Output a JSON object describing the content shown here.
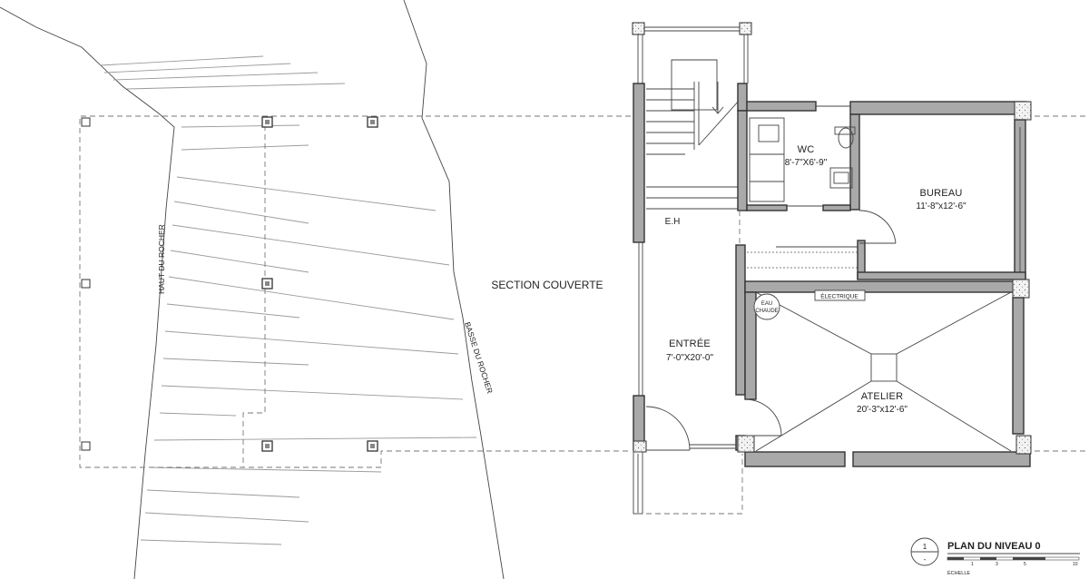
{
  "rooms": {
    "wc": {
      "name": "WC",
      "dims": "8'-7\"X6'-9\""
    },
    "bureau": {
      "name": "BUREAU",
      "dims": "11'-8\"x12'-6\""
    },
    "entree": {
      "name": "ENTRÉE",
      "dims": "7'-0\"X20'-0\""
    },
    "atelier": {
      "name": "ATELIER",
      "dims": "20'-3\"x12'-6\""
    }
  },
  "labels": {
    "section_couverte": "SECTION COUVERTE",
    "eh": "E.H",
    "electrique": "ÉLECTRIQUE",
    "eau_chaude_1": "EAU",
    "eau_chaude_2": "CHAUDE",
    "haut_du_rocher": "HAUT DU ROCHER",
    "basse_du_rocher": "BASSE DU ROCHER"
  },
  "title_block": {
    "number": "1",
    "dash": "-",
    "title": "PLAN DU NIVEAU 0",
    "scale_ticks": [
      "1",
      "3",
      "5",
      "10"
    ],
    "scale_label": "ÉCHELLE"
  }
}
